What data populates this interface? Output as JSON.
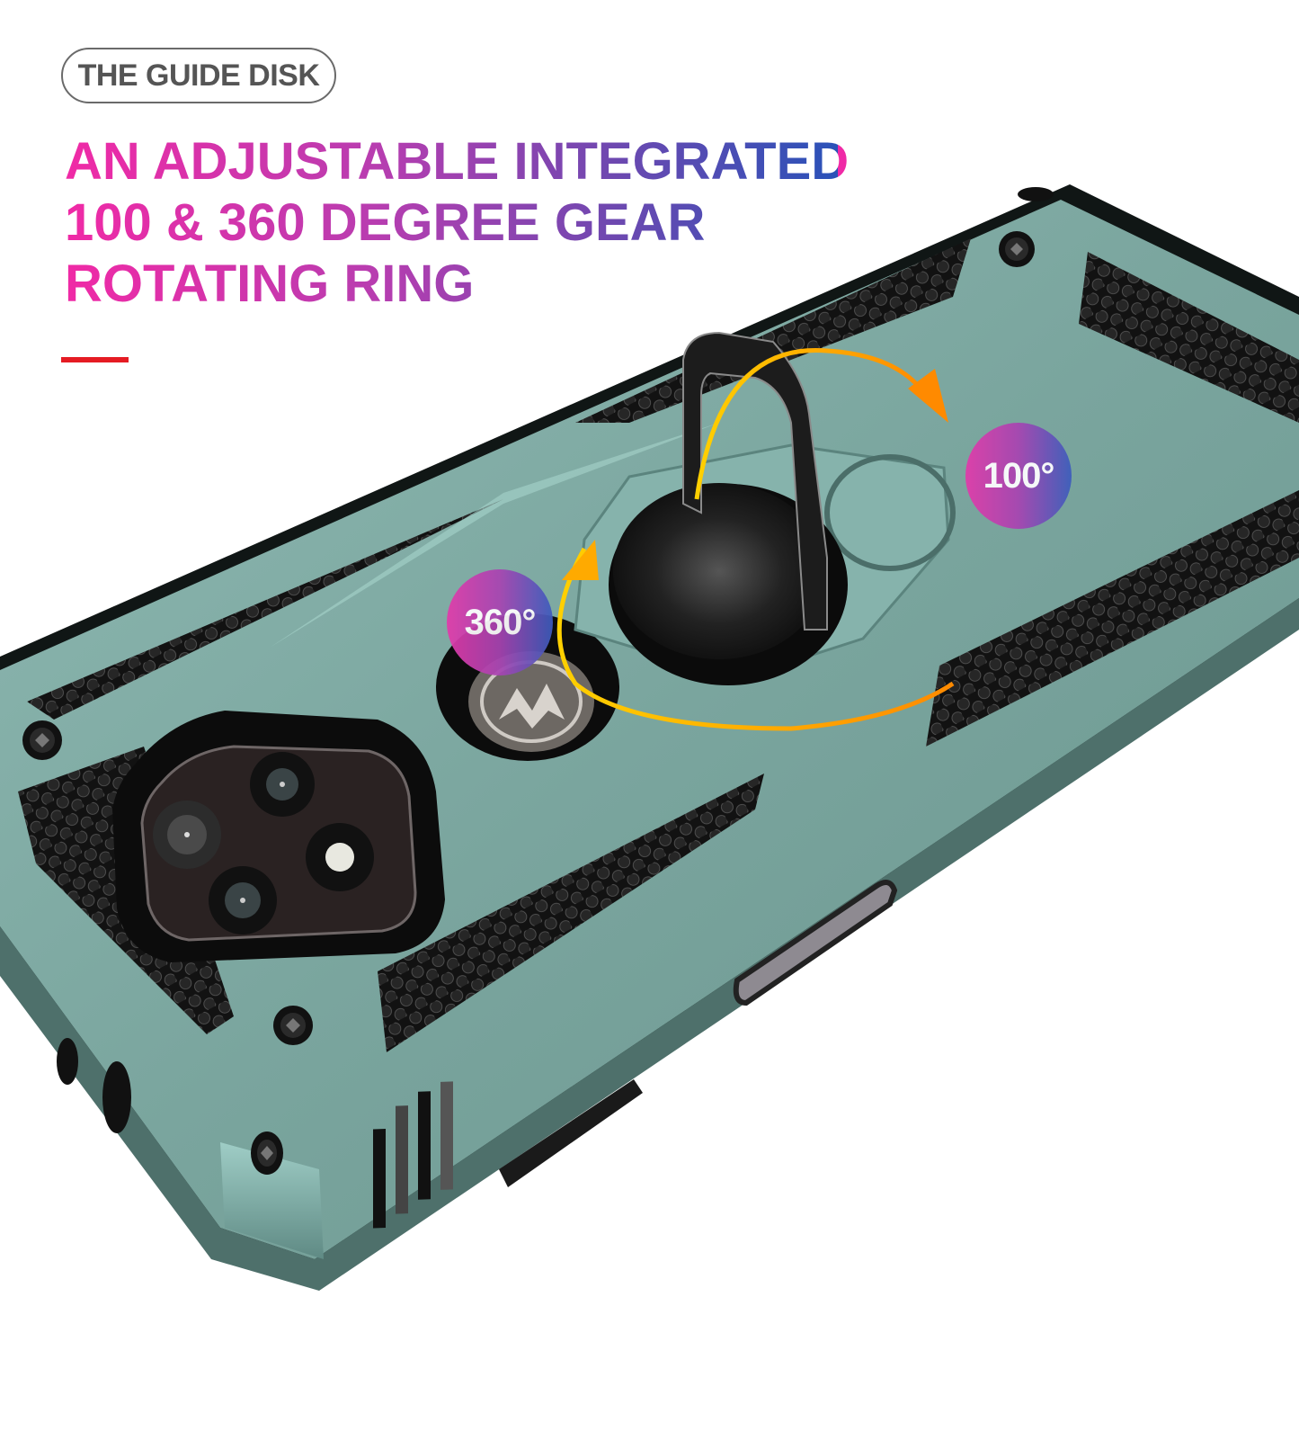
{
  "label": {
    "section_tag": "THE GUIDE DISK"
  },
  "headline": {
    "lines": [
      "AN ADJUSTABLE INTEGRATED",
      "100 & 360 DEGREE GEAR",
      "ROTATING RING"
    ],
    "gradient_start": "#f02aa6",
    "gradient_end": "#2a52b8"
  },
  "accent": {
    "divider_color": "#e51b23"
  },
  "badges": {
    "tilt": "100°",
    "rotation": "360°"
  },
  "product": {
    "case_color": "#7fa9a2",
    "armor_color": "#1a1a1a",
    "arrow_color": "#f5a300"
  }
}
